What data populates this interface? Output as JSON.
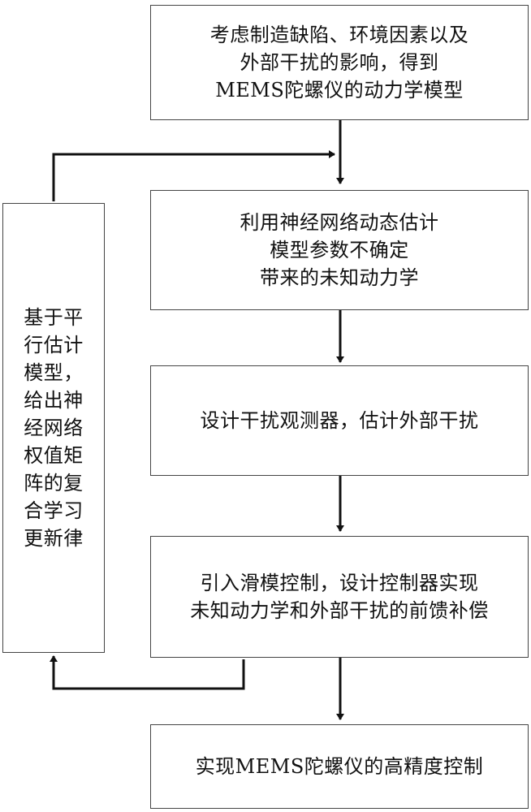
{
  "steps": [
    {
      "id": "model",
      "lines": [
        "考虑制造缺陷、环境因素以及",
        "外部干扰的影响，得到",
        "MEMS陀螺仪的动力学模型"
      ]
    },
    {
      "id": "nn",
      "lines": [
        "利用神经网络动态估计",
        "模型参数不确定",
        "带来的未知动力学"
      ]
    },
    {
      "id": "observer",
      "lines": [
        "设计干扰观测器，估计外部干扰"
      ]
    },
    {
      "id": "smc",
      "lines": [
        "引入滑模控制，设计控制器实现",
        "未知动力学和外部干扰的前馈补偿"
      ]
    },
    {
      "id": "result",
      "lines": [
        "实现MEMS陀螺仪的高精度控制"
      ]
    }
  ],
  "side": {
    "id": "update-law",
    "lines": [
      "基于平",
      "行估计",
      "模型，",
      "给出神",
      "经网络",
      "权值矩",
      "阵的复",
      "合学习",
      "更新律"
    ]
  }
}
